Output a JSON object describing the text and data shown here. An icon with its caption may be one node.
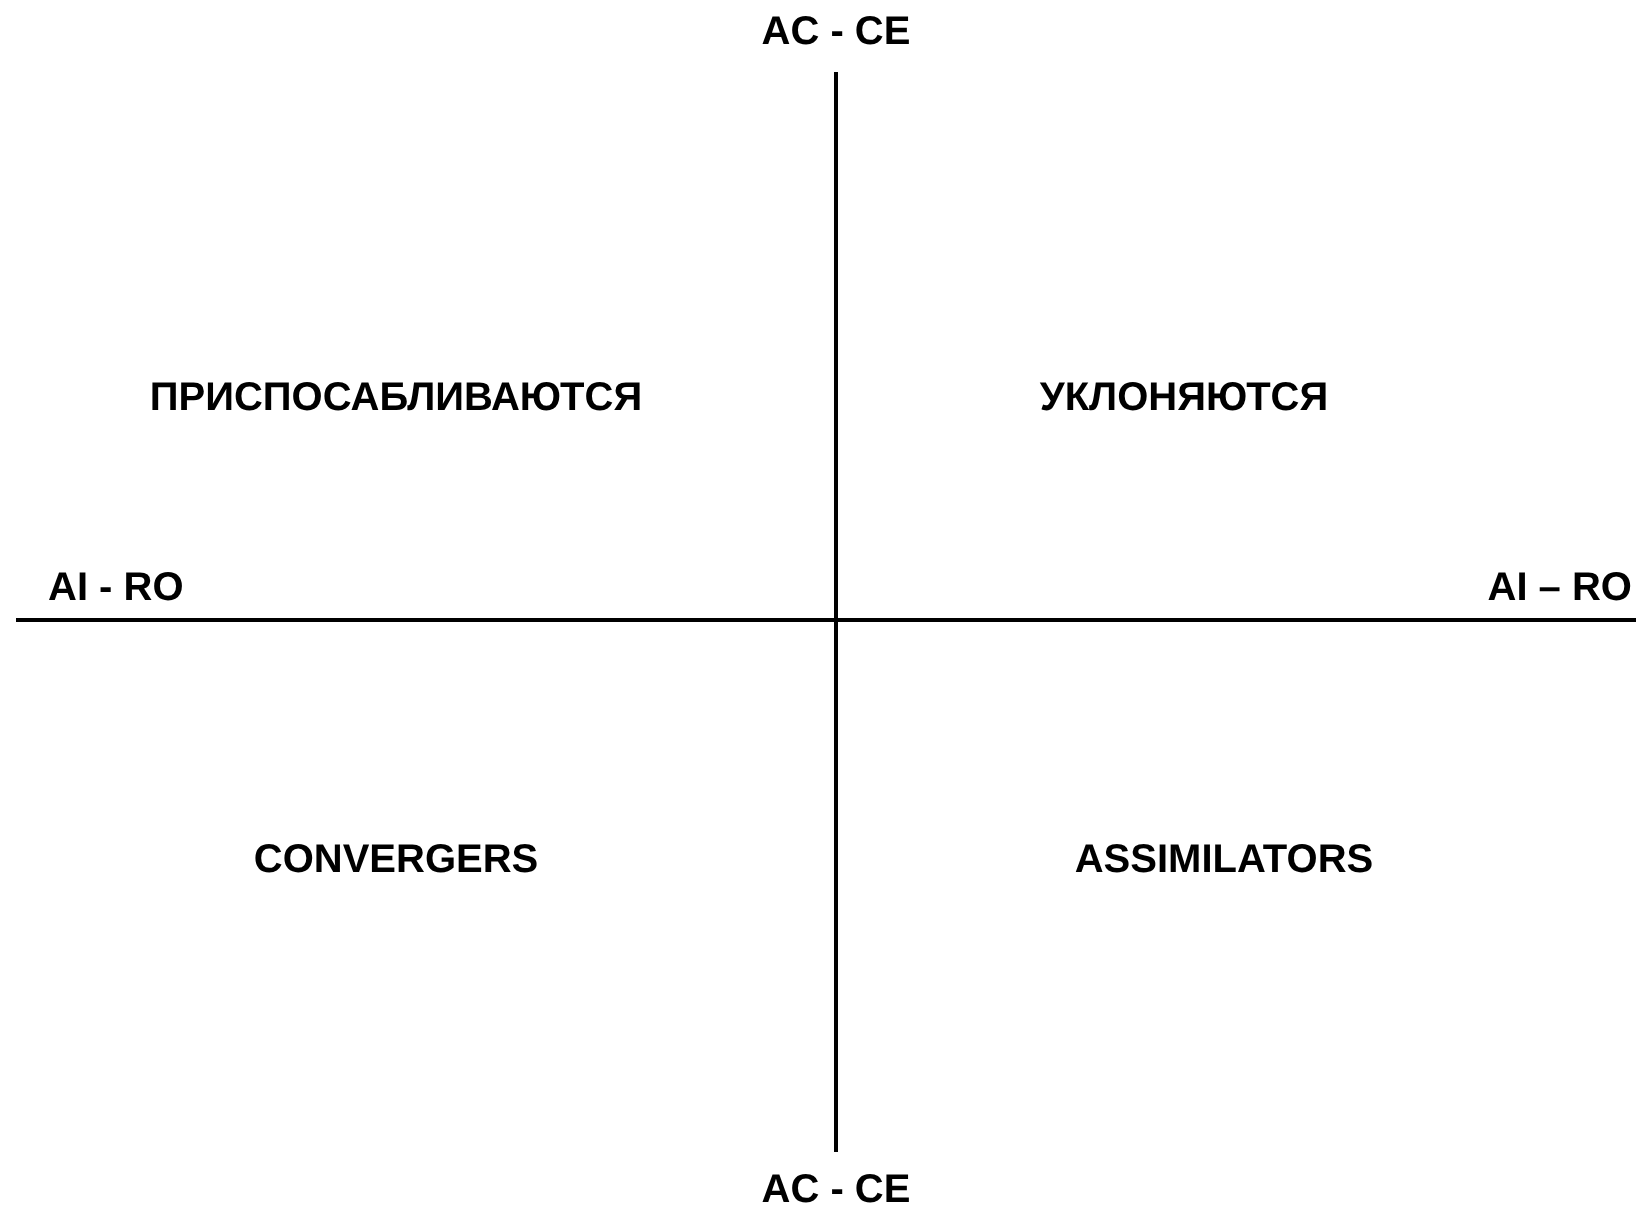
{
  "diagram": {
    "labels": [
      "AC - CE",
      "ПРИСПОСАБЛИВАЮТСЯ",
      "УКЛОНЯЮТСЯ",
      "AI - RO",
      "AI – RO",
      "CONVERGERS",
      "ASSIMILATORS",
      "AC - CE"
    ]
  }
}
